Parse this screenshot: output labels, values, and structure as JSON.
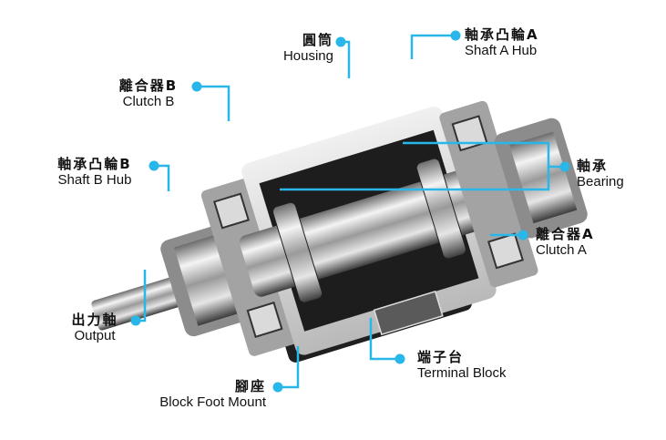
{
  "diagram": {
    "subject": "Electromagnetic clutch unit cutaway",
    "callout_color": "#29b6e8",
    "labels": [
      {
        "id": "housing",
        "zh": "圓筒",
        "en": "Housing"
      },
      {
        "id": "shaft_a_hub",
        "zh": "軸承凸輪A",
        "en": "Shaft A Hub"
      },
      {
        "id": "clutch_b",
        "zh": "離合器B",
        "en": "Clutch B"
      },
      {
        "id": "shaft_b_hub",
        "zh": "軸承凸輪B",
        "en": "Shaft B Hub"
      },
      {
        "id": "bearing",
        "zh": "軸承",
        "en": "Bearing"
      },
      {
        "id": "clutch_a",
        "zh": "離合器A",
        "en": "Clutch A"
      },
      {
        "id": "output",
        "zh": "出力軸",
        "en": "Output"
      },
      {
        "id": "terminal_block",
        "zh": "端子台",
        "en": "Terminal Block"
      },
      {
        "id": "block_foot_mount",
        "zh": "腳座",
        "en": "Block Foot Mount"
      }
    ]
  }
}
